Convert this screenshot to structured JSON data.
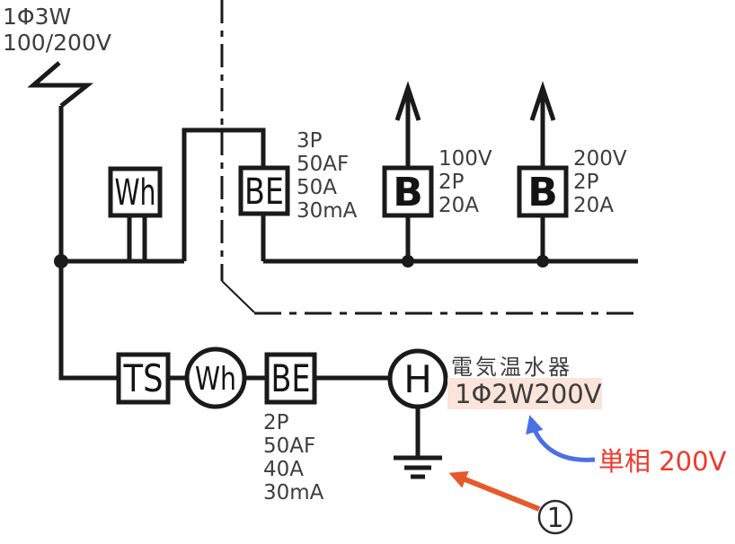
{
  "source_label": {
    "line1": "1Φ3W",
    "line2": "100/200V"
  },
  "main": {
    "wh_meter": "Wh",
    "be_breaker": "BE",
    "be_specs": [
      "3P",
      "50AF",
      "50A",
      "30mA"
    ],
    "branch1": {
      "label": "B",
      "specs": [
        "100V",
        "2P",
        "20A"
      ]
    },
    "branch2": {
      "label": "B",
      "specs": [
        "200V",
        "2P",
        "20A"
      ]
    }
  },
  "sub": {
    "ts_switch": "TS",
    "wh_meter": "Wh",
    "be_breaker": "BE",
    "be_specs": [
      "2P",
      "50AF",
      "40A",
      "30mA"
    ],
    "heater_symbol": "H",
    "heater_name": "電気温水器",
    "heater_rating": "1Φ2W200V"
  },
  "annotations": {
    "phase_note": "単相 200V",
    "callout_number": "1"
  },
  "colors": {
    "line": "#1a1a1a",
    "label": "#3d3d3d",
    "red": "#f0392c",
    "blue": "#4b6fe6",
    "orange": "#e7592b",
    "highlight": "#fbe4da"
  }
}
